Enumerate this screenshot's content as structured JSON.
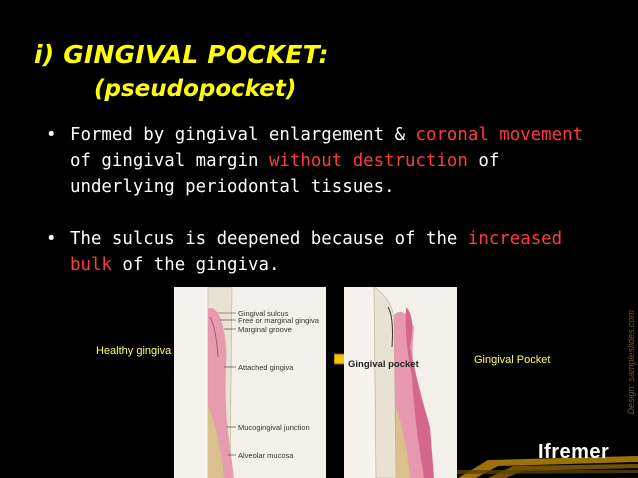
{
  "title": {
    "line1": "i)  GINGIVAL POCKET:",
    "line2": "(pseudopocket)"
  },
  "bullets": [
    {
      "bullet": "•",
      "segments": [
        "Formed  by gingival enlargement & ",
        "coronal movement",
        " of gingival margin ",
        "without destruction",
        " of underlying periodontal tissues."
      ]
    },
    {
      "bullet": "•",
      "segments": [
        "The  sulcus  is deepened because of the ",
        "increased bulk",
        " of the  gingiva."
      ]
    }
  ],
  "figure_left": {
    "caption": "Healthy gingiva",
    "labels": [
      "Gingival sulcus",
      "Free or marginal gingiva",
      "Marginal groove",
      "Attached gingiva",
      "Mucogingival junction",
      "Alveolar mucosa"
    ]
  },
  "figure_right": {
    "caption": "Gingival Pocket",
    "inner_label": "Gingival pocket"
  },
  "colors": {
    "title": "#ffff00",
    "highlight": "#ff3b3b",
    "caption": "#ffff66",
    "background": "#000000"
  },
  "credit": "Design: sampleslides.com",
  "logo": "Ifremer",
  "icons": {
    "arrow": "right-arrow-icon"
  }
}
